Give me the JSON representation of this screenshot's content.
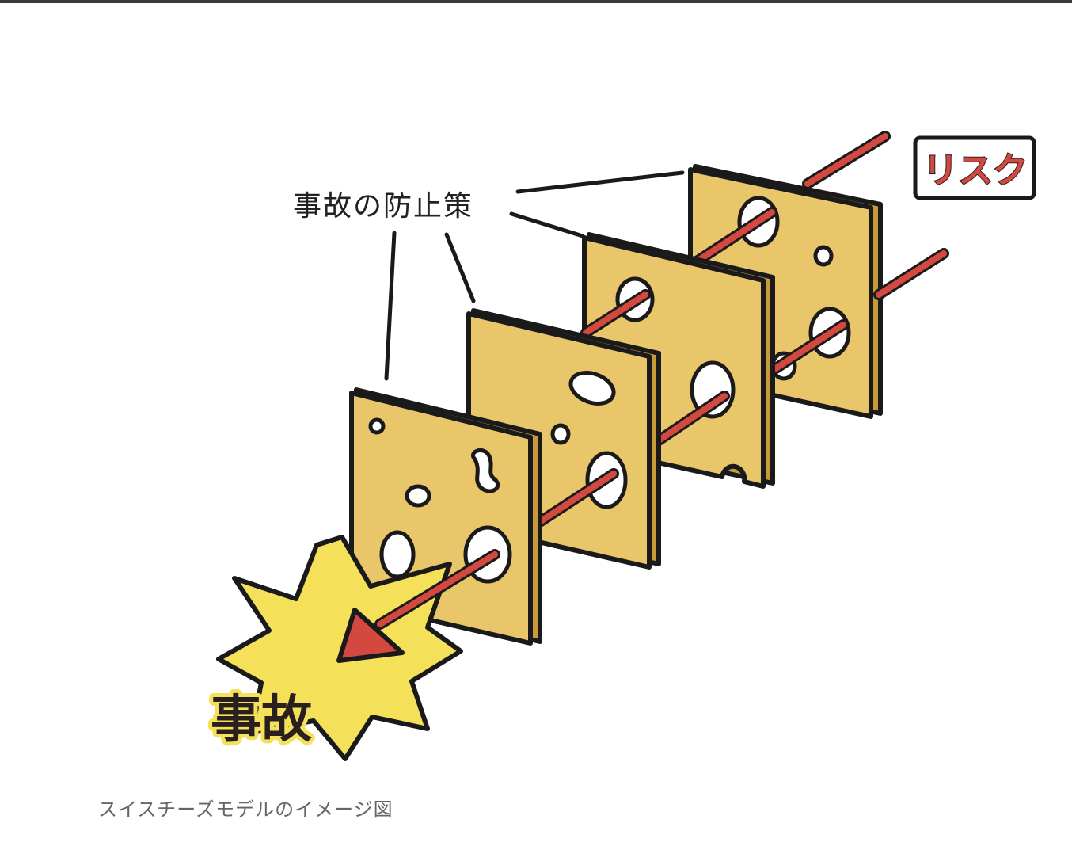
{
  "labels": {
    "measures": "事故の防止策",
    "risk": "リスク",
    "accident": "事故"
  },
  "caption": "スイスチーズモデルのイメージ図",
  "colors": {
    "cheese": "#e9c66a",
    "cheese_edge": "#c99a3a",
    "risk_arrow": "#d4493f",
    "burst": "#f5e05a",
    "outline": "#1a1a1a"
  },
  "slices": [
    {
      "name": "slice-1"
    },
    {
      "name": "slice-2"
    },
    {
      "name": "slice-3"
    },
    {
      "name": "slice-4"
    }
  ]
}
